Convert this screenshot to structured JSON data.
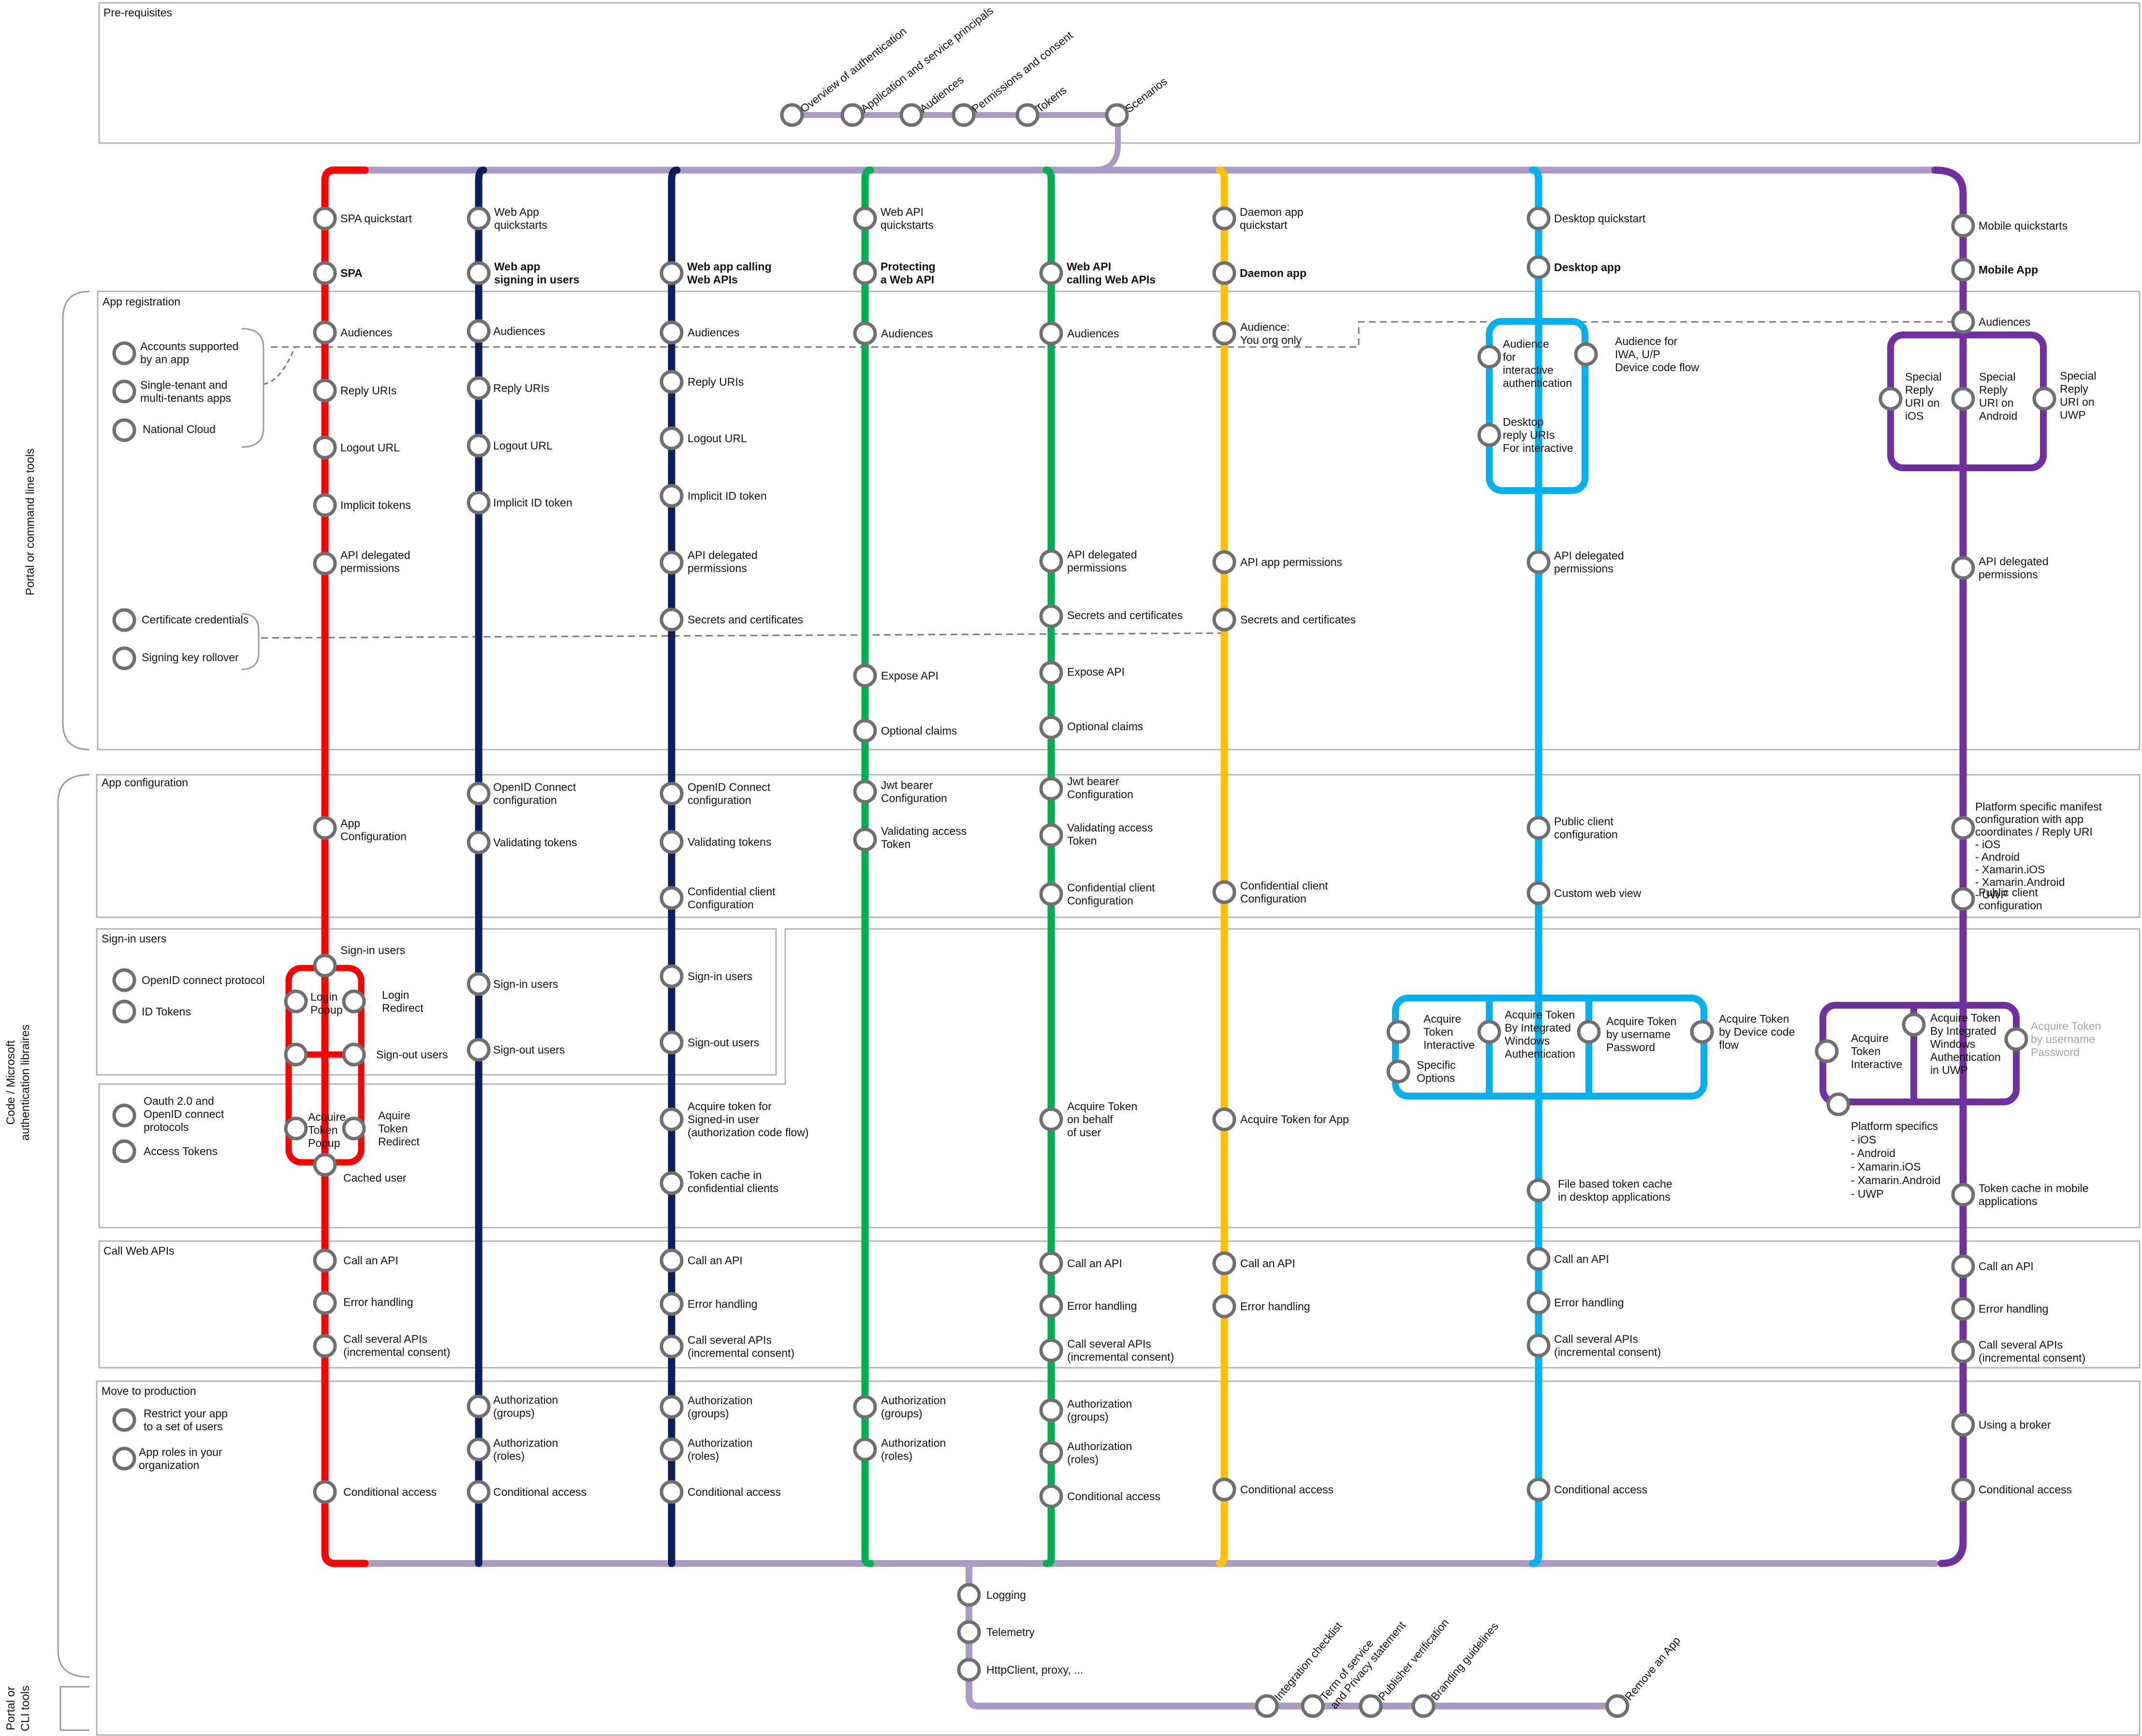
{
  "sections": {
    "prerequisites": "Pre-requisites",
    "app_registration": "App registration",
    "app_configuration": "App configuration",
    "sign_in_users": "Sign-in users",
    "call_web_apis": "Call Web APIs",
    "move_to_production": "Move to production"
  },
  "side_labels": {
    "portal_tools": "Portal or command line tools",
    "code_libraries_1": "Code / Microsoft",
    "code_libraries_2": "authentication libraires",
    "portal_cli_1": "Portal or",
    "portal_cli_2": "CLI tools"
  },
  "colors": {
    "spa": "#ff0000",
    "webapp_signin": "#0b1f5c",
    "webapp_calling": "#0b1f5c",
    "protecting_api": "#00b050",
    "webapi_calling": "#00b050",
    "daemon": "#ffc000",
    "desktop": "#00b0f0",
    "mobile": "#7030a0",
    "trunk": "#a99bc3",
    "station_stroke": "#6f6f6f"
  },
  "lines": {
    "spa": {
      "quickstart": "SPA quickstart",
      "name": "SPA",
      "stations": [
        "Audiences",
        "Reply URIs",
        "Logout URL",
        "Implicit tokens",
        "API delegated|permissions",
        "App|Configuration",
        "Sign-in users",
        "Login|Popup",
        "Login|Redirect",
        "Sign-out users",
        "Acquire|Token|Popup",
        "Aquire|Token|Redirect",
        "Cached user",
        "Call an API",
        "Error handling",
        "Call several APIs|(incremental consent)",
        "Conditional access"
      ]
    },
    "webapp_signin": {
      "quickstart": "Web App|quickstarts",
      "name": "Web app|signing in users",
      "stations": [
        "Audiences",
        "Reply URIs",
        "Logout URL",
        "Implicit ID token",
        "OpenID Connect|configuration",
        "Validating tokens",
        "Sign-in users",
        "Sign-out users",
        "Authorization|(groups)",
        "Authorization|(roles)",
        "Conditional access"
      ]
    },
    "webapp_calling": {
      "name": "Web app calling|Web APIs",
      "stations": [
        "Audiences",
        "Reply URIs",
        "Logout URL",
        "Implicit ID token",
        "API delegated|permissions",
        "Secrets and certificates",
        "OpenID Connect|configuration",
        "Validating tokens",
        "Confidential client|Configuration",
        "Sign-in users",
        "Sign-out users",
        "Acquire token for|Signed-in user|(authorization code flow)",
        "Token cache in|confidential clients",
        "Call an API",
        "Error handling",
        "Call several APIs|(incremental consent)",
        "Authorization|(groups)",
        "Authorization|(roles)",
        "Conditional access"
      ]
    },
    "protecting_api": {
      "quickstart": "Web API|quickstarts",
      "name": "Protecting|a Web API",
      "stations": [
        "Audiences",
        "Expose API",
        "Optional claims",
        "Jwt bearer|Configuration",
        "Validating access|Token",
        "Authorization|(groups)",
        "Authorization|(roles)"
      ]
    },
    "webapi_calling": {
      "name": "Web API|calling Web APIs",
      "stations": [
        "Audiences",
        "API delegated|permissions",
        "Secrets and certificates",
        "Expose API",
        "Optional claims",
        "Jwt bearer|Configuration",
        "Validating access|Token",
        "Confidential client|Configuration",
        "Acquire Token|on behalf|of user",
        "Call an API",
        "Error handling",
        "Call several APIs|(incremental consent)",
        "Authorization|(groups)",
        "Authorization|(roles)",
        "Conditional access"
      ]
    },
    "daemon": {
      "quickstart": "Daemon app|quickstart",
      "name": "Daemon app",
      "stations": [
        "Audience:|You org only",
        "API app permissions",
        "Secrets and certificates",
        "Confidential client|Configuration",
        "Acquire Token for App",
        "Call an API",
        "Error handling",
        "Conditional access"
      ]
    },
    "desktop": {
      "quickstart": "Desktop quickstart",
      "name": "Desktop app",
      "stations": [
        "Audience|for|interactive|authentication",
        "Audience for|IWA, U/P|Device code flow",
        "Desktop|reply URIs|For interactive",
        "API delegated|permissions",
        "Public client|configuration",
        "Custom web view",
        "Acquire|Token|Interactive",
        "Specific|Options",
        "Acquire Token|By Integrated|Windows|Authentication",
        "Acquire Token|by username|Password",
        "Acquire Token|by Device code|flow",
        "File based token cache|in  desktop applications",
        "Call an API",
        "Error handling",
        "Call several APIs|(incremental consent)",
        "Conditional access"
      ]
    },
    "mobile": {
      "quickstart": "Mobile quickstarts",
      "name": "Mobile App",
      "stations": [
        "Audiences",
        "Special|Reply|URI on|iOS",
        "Special|Reply|URI on|Android",
        "Special|Reply|URI on|UWP",
        "API delegated|permissions",
        "Platform specific manifest|configuration with app|coordinates / Reply URI|- iOS|- Android|- Xamarin.iOS|- Xamarin.Android|- UWP",
        "Public client|configuration",
        "Acquire|Token|Interactive",
        "Acquire Token|By Integrated|Windows|Authentication|in UWP",
        "Acquire Token|by username|Password",
        "Platform specifics|- iOS|- Android|- Xamarin.iOS|- Xamarin.Android|- UWP",
        "Token cache in mobile|applications",
        "Call an API",
        "Error handling",
        "Call several APIs|(incremental consent)",
        "Using a broker",
        "Conditional access"
      ]
    }
  },
  "prereq_stations": [
    "Overview of authentication",
    "Application and service principals",
    "Audiences",
    "Permissions and consent",
    "Tokens",
    "Scenarios"
  ],
  "registration_extras": [
    "Accounts supported|by an app",
    "Single-tenant and|multi-tenants apps",
    "National Cloud",
    "Certificate credentials",
    "Signing key rollover"
  ],
  "signin_extras": [
    "OpenID connect protocol",
    "ID Tokens"
  ],
  "protocol_extras": [
    "Oauth 2.0 and|OpenID connect|protocols",
    "Access Tokens"
  ],
  "production_extras": [
    "Restrict your app|to a set of users",
    "App roles in your|organization"
  ],
  "bottom_branch": [
    "Logging",
    "Telemetry",
    "HttpClient, proxy, ..."
  ],
  "final_stations": [
    "Integration checklist",
    "Term of service|and Privacy statement",
    "Publisher verification",
    "Branding guidelines",
    "Remove an App"
  ]
}
